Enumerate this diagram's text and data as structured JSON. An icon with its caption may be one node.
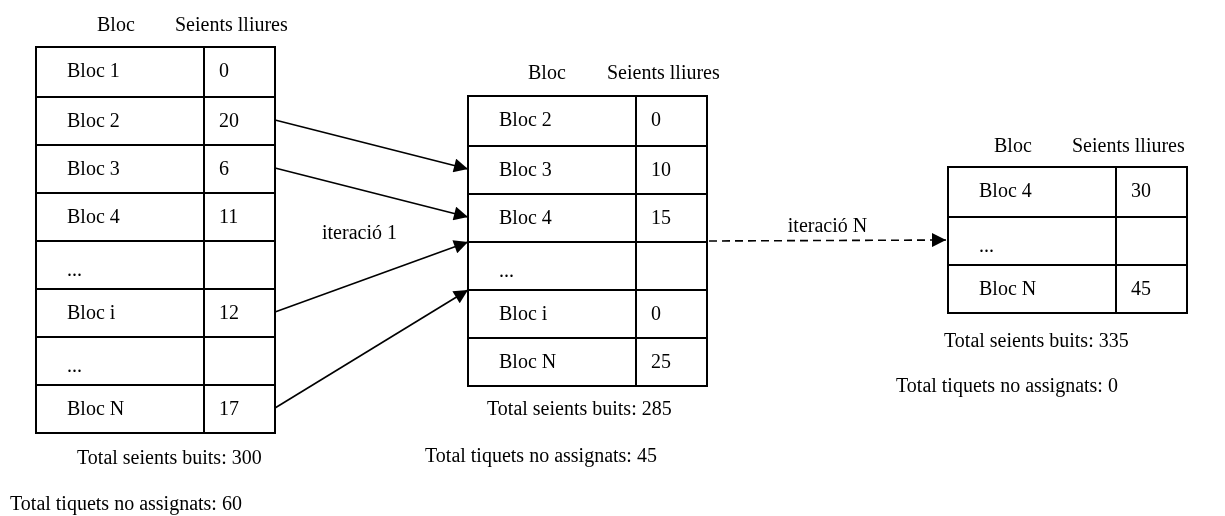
{
  "diagram": {
    "nodes": [
      {
        "text": [
          "Bloc",
          "Seients lliures"
        ],
        "beside": [
          "Total seients buits: 300",
          "Total tiquets no assignats: 60"
        ]
      },
      {
        "text": [
          "Bloc 1",
          "0"
        ],
        "in": 0
      },
      {
        "text": [
          "Bloc 2",
          "20"
        ],
        "in": 0
      },
      {
        "text": [
          "Bloc 3",
          "6"
        ],
        "in": 0
      },
      {
        "text": [
          "Bloc 4",
          "11"
        ],
        "in": 0
      },
      {
        "text": [
          "..."
        ],
        "in": 0
      },
      {
        "text": [
          "Bloc i",
          "12"
        ],
        "in": 0
      },
      {
        "text": [
          "..."
        ],
        "in": 0
      },
      {
        "text": [
          "Bloc N",
          "17"
        ],
        "in": 0
      },
      {
        "text": [
          "Bloc",
          "Seients lliures"
        ],
        "beside": [
          "Total seients buits: 285",
          "Total tiquets no assignats: 45"
        ]
      },
      {
        "text": [
          "Bloc 2",
          "0"
        ],
        "in": 9
      },
      {
        "text": [
          "Bloc 3",
          "10"
        ],
        "in": 9
      },
      {
        "text": [
          "Bloc 4",
          "15"
        ],
        "in": 9
      },
      {
        "text": [
          "..."
        ],
        "in": 9
      },
      {
        "text": [
          "Bloc i",
          "0"
        ],
        "in": 9
      },
      {
        "text": [
          "Bloc N",
          "25"
        ],
        "in": 9
      },
      {
        "text": [
          "Bloc",
          "Seients lliures"
        ],
        "beside": [
          "Total seients buits: 335",
          "Total tiquets no assignats: 0"
        ]
      },
      {
        "text": [
          "Bloc 4",
          "30"
        ],
        "in": 16
      },
      {
        "text": [
          "..."
        ],
        "in": 16
      },
      {
        "text": [
          "Bloc N",
          "45"
        ],
        "in": 16
      }
    ],
    "edges": [
      {
        "from": 2,
        "to": 11,
        "arrow": "to"
      },
      {
        "from": 3,
        "to": 12,
        "arrow": "to"
      },
      {
        "from": 6,
        "to": 13,
        "arrow": "to"
      },
      {
        "from": 8,
        "to": 14,
        "arrow": "to"
      },
      {
        "from": 9,
        "to": 16,
        "arrow": "to",
        "label": "iteració N",
        "style": "dashed"
      }
    ],
    "labels": [
      "iteració 1"
    ]
  }
}
